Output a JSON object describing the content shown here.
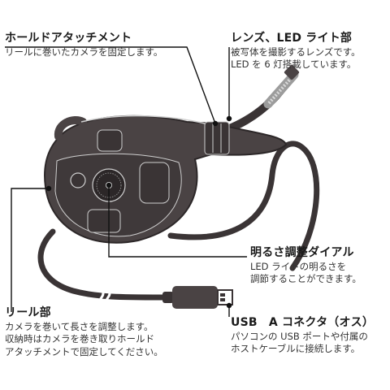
{
  "callouts": {
    "hold_attachment": {
      "title": "ホールドアタッチメント",
      "desc": [
        "リールに巻いたカメラを固定します。"
      ]
    },
    "lens_led": {
      "title": "レンズ、LED ライト部",
      "desc": [
        "被写体を撮影するレンズです。",
        "LED を 6 灯搭載しています。"
      ]
    },
    "brightness_dial": {
      "title": "明るさ調整ダイアル",
      "desc": [
        "LED ライトの明るさを",
        "調節することができます。"
      ]
    },
    "reel": {
      "title": "リール部",
      "desc": [
        "カメラを巻いて長さを調整します。",
        "収納時はカメラを巻き取りホールド",
        "アタッチメントで固定してください。"
      ]
    },
    "usb_connector": {
      "title": "USB　A コネクタ（オス）",
      "desc": [
        "パソコンの USB ポートや付属の",
        "ホストケーブルに接続します。"
      ]
    }
  },
  "colors": {
    "body": "#4a4344",
    "body_dark": "#2c2728",
    "cable": "#3a3435",
    "highlight": "#cfcfcf",
    "leader": "#111111"
  }
}
